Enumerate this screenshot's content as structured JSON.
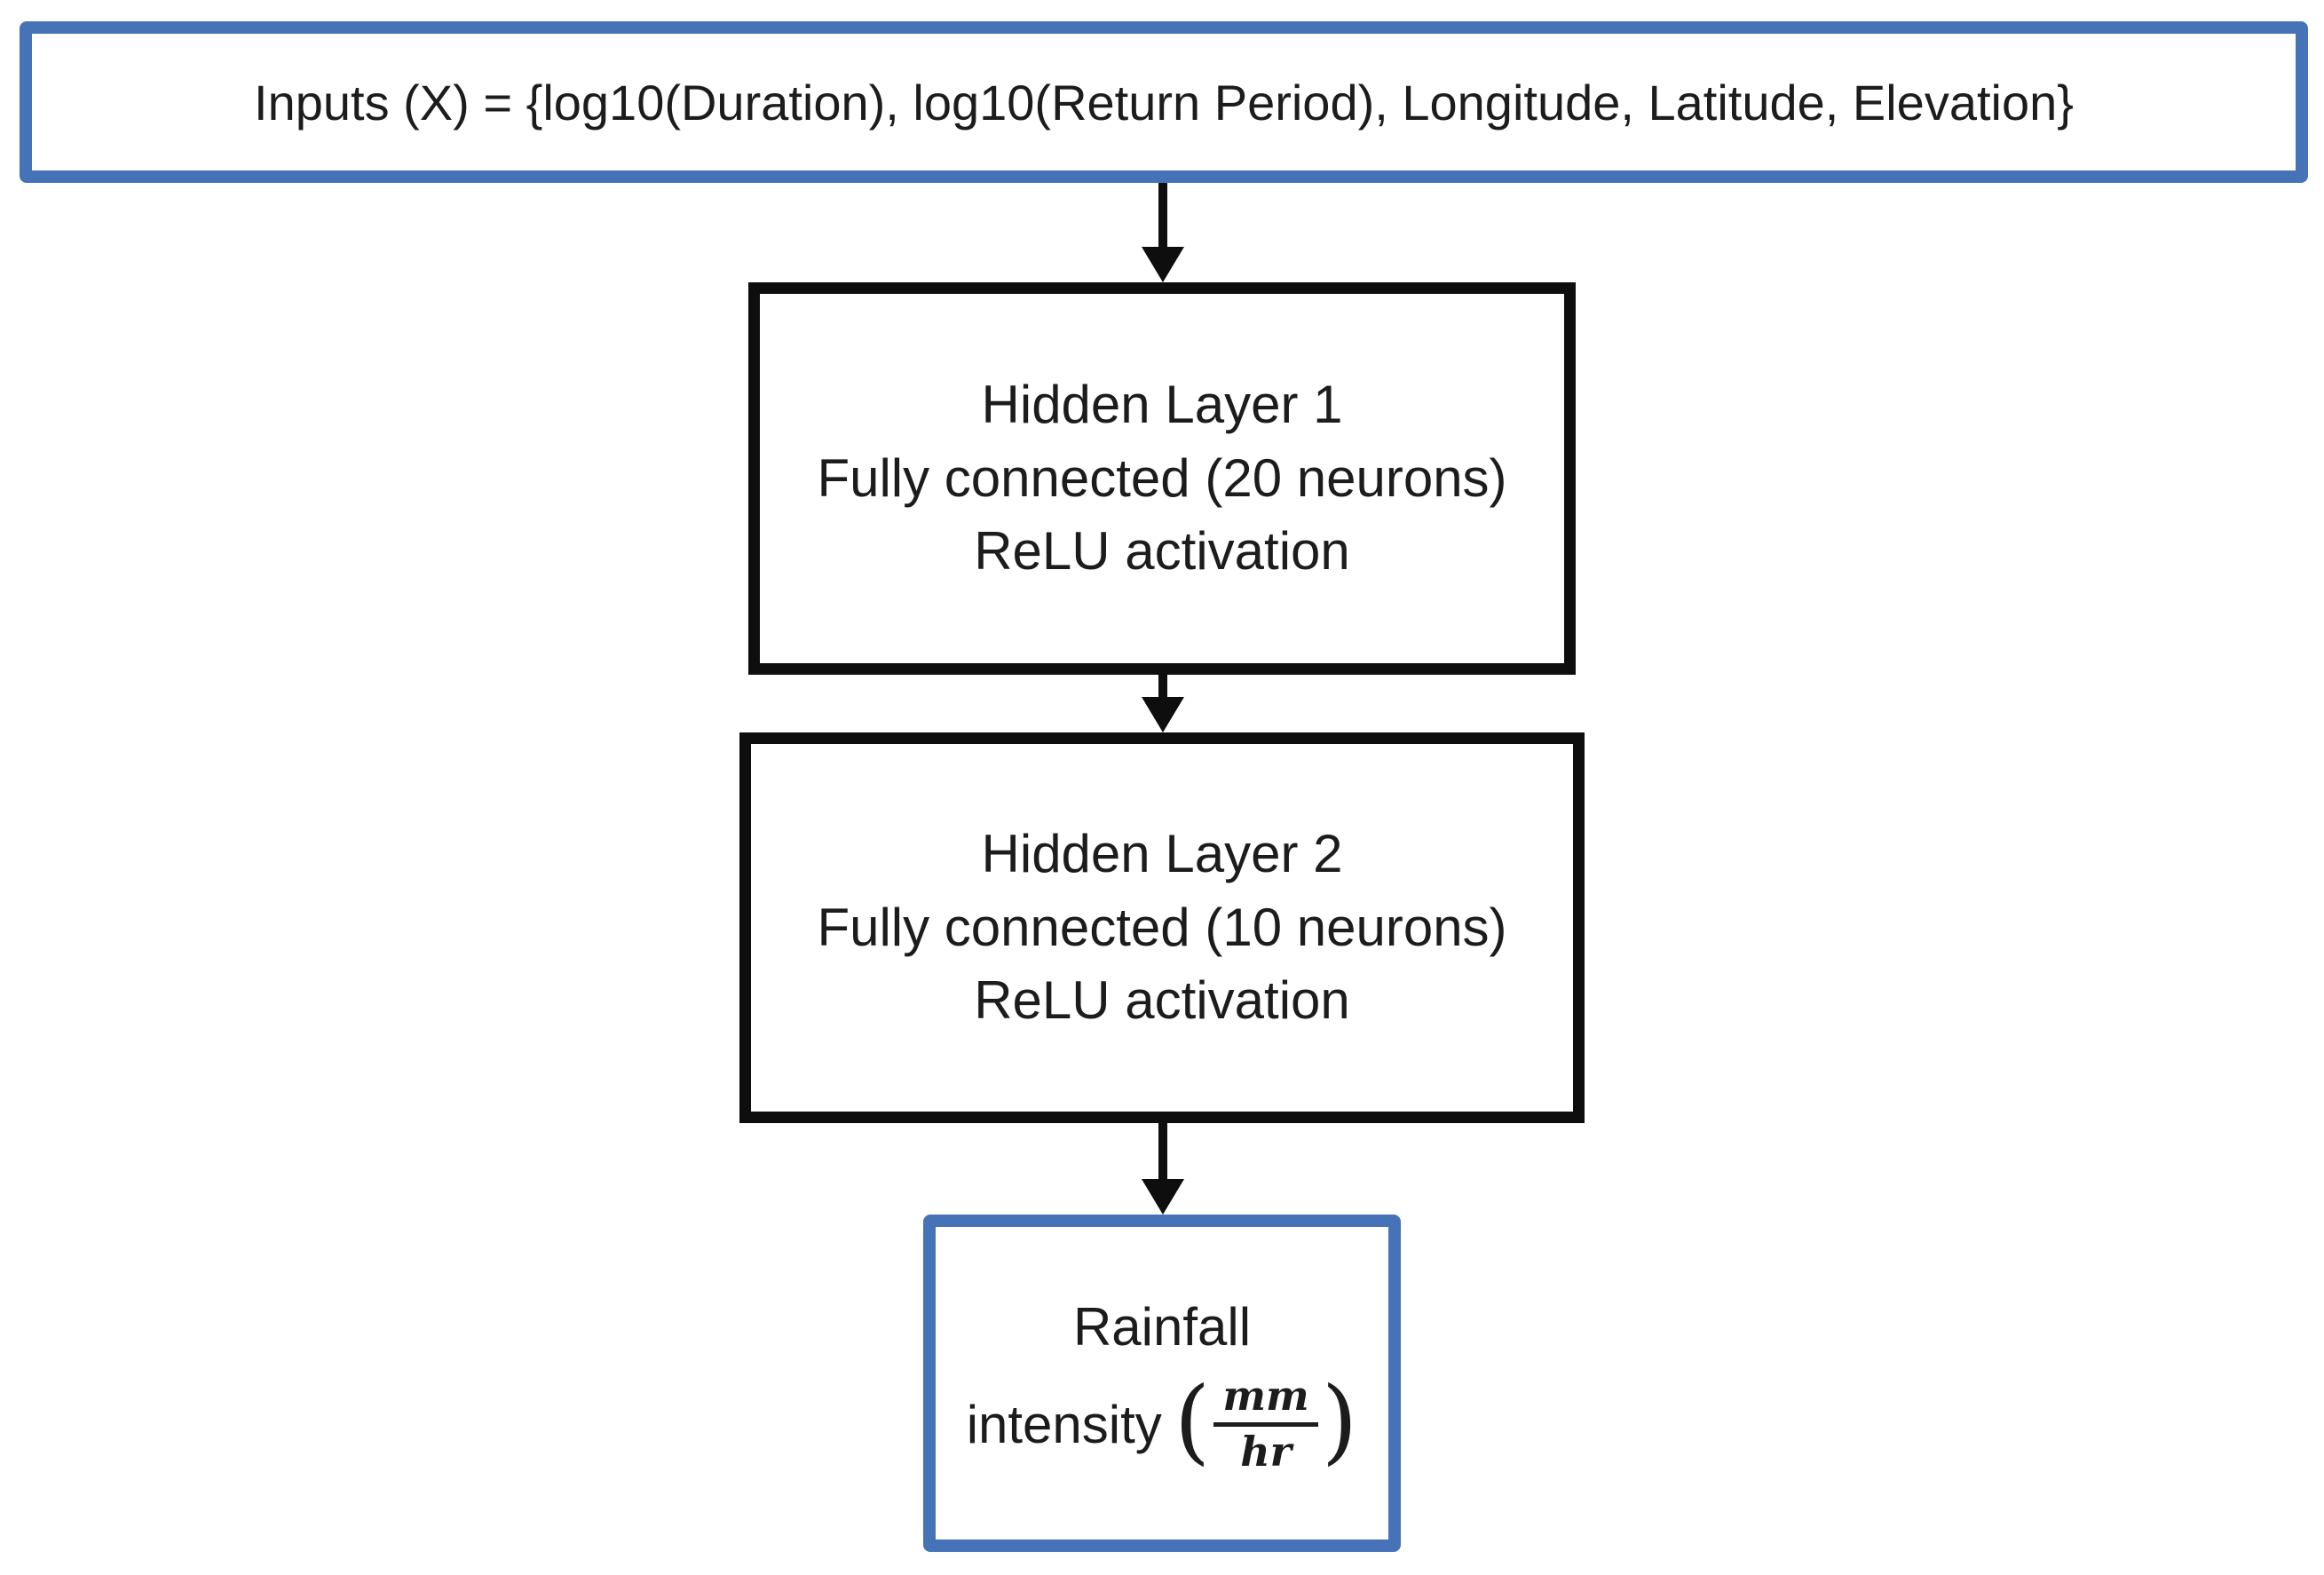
{
  "diagram": {
    "type": "flowchart",
    "description": "Neural network architecture flow diagram",
    "nodes": {
      "input": {
        "label": "Inputs (X) = {log10(Duration), log10(Return Period), Longitude, Latitude, Elevation}"
      },
      "hidden1": {
        "lines": [
          "Hidden Layer 1",
          "Fully connected (20 neurons)",
          "ReLU activation"
        ]
      },
      "hidden2": {
        "lines": [
          "Hidden Layer 2",
          "Fully connected (10 neurons)",
          "ReLU activation"
        ]
      },
      "output": {
        "line1": "Rainfall",
        "line2_text": "intensity",
        "paren_open": "(",
        "paren_close": ")",
        "fraction": {
          "numerator": "mm",
          "denominator": "hr"
        }
      }
    },
    "edges": [
      {
        "from": "input",
        "to": "hidden1"
      },
      {
        "from": "hidden1",
        "to": "hidden2"
      },
      {
        "from": "hidden2",
        "to": "output"
      }
    ],
    "colors": {
      "accent_blue": "#4673B8",
      "box_black": "#0e0e0e",
      "text_color": "#1c1c1c",
      "background": "#ffffff"
    }
  }
}
